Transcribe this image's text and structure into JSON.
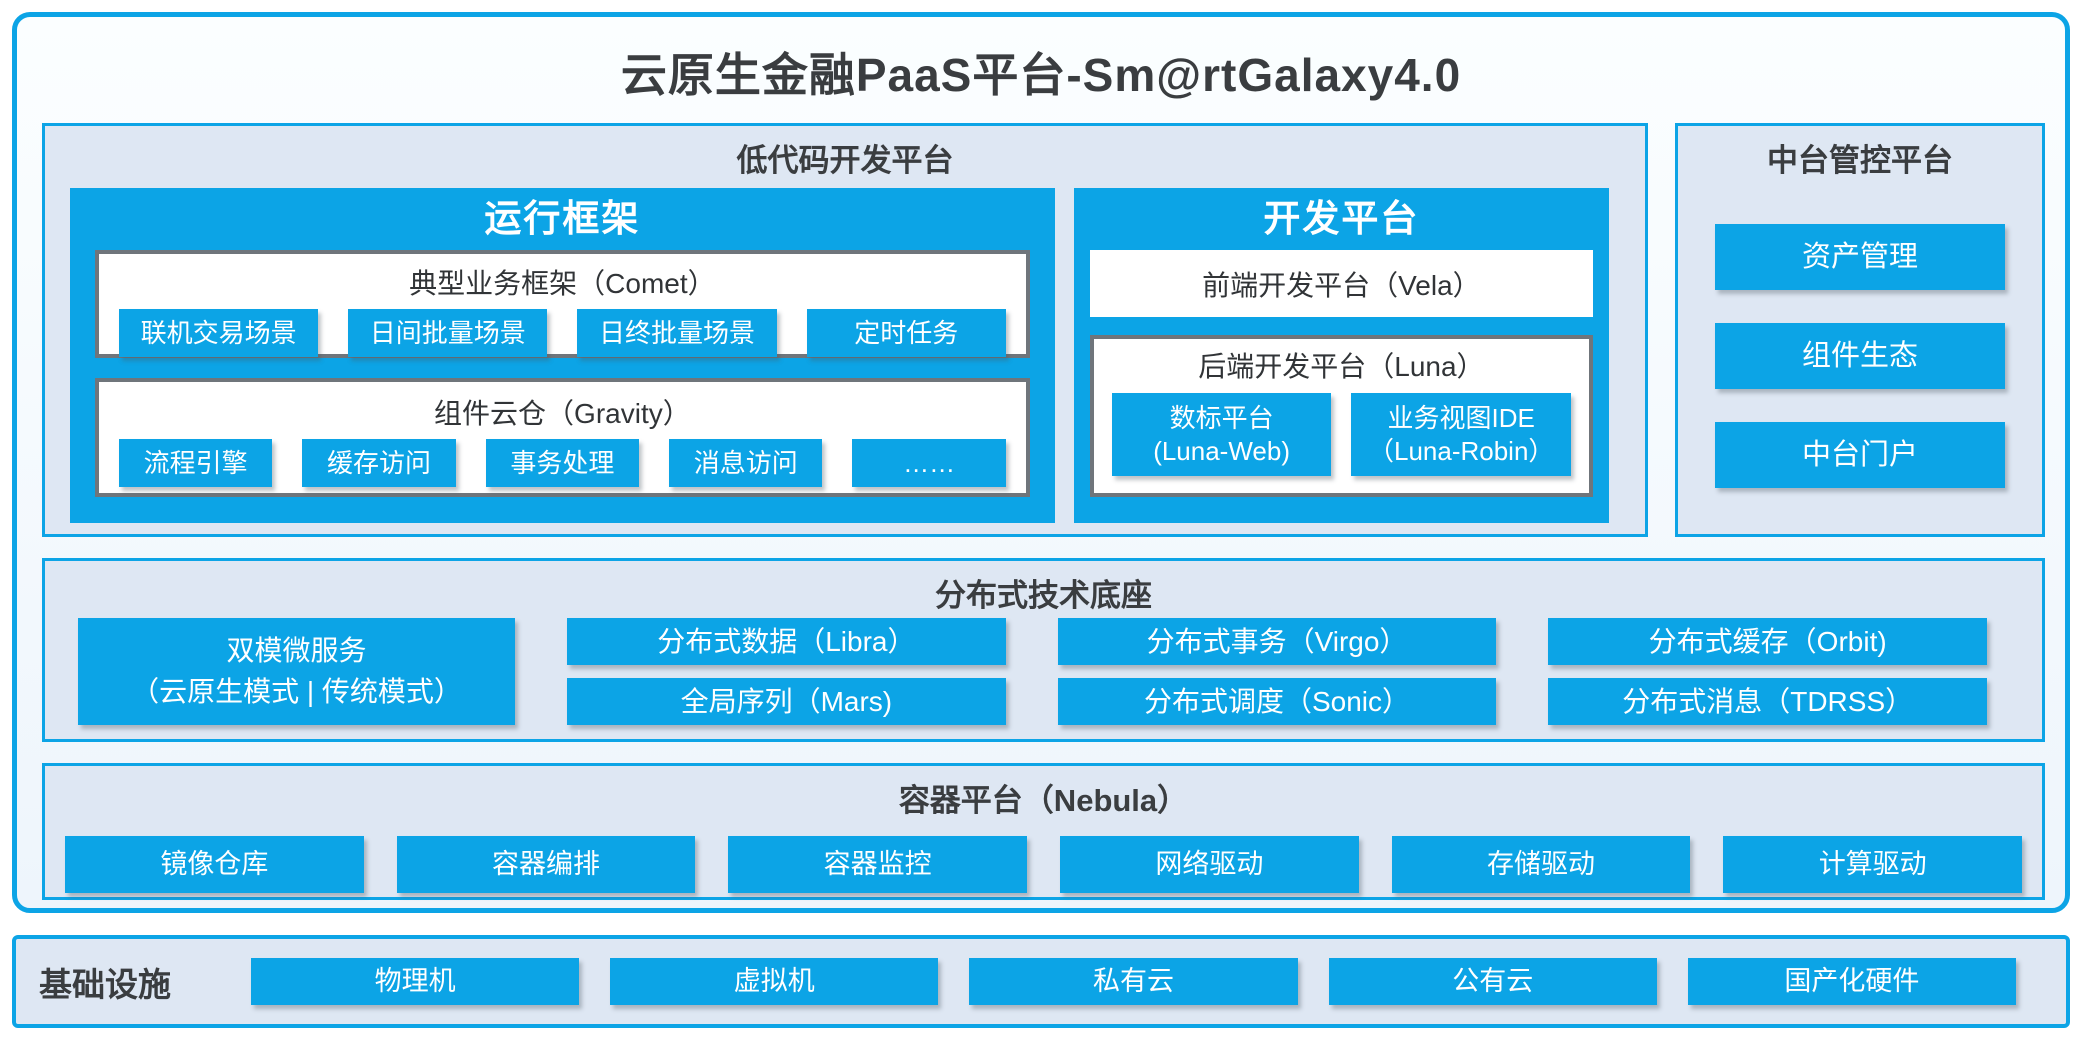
{
  "title": "云原生金融PaaS平台-Sm@rtGalaxy4.0",
  "colors": {
    "accent": "#0ca4e6",
    "panel_bg": "#dee7f3",
    "frame_gray": "#6f757b",
    "text_dark": "#3a3d40"
  },
  "lowcode": {
    "header": "低代码开发平台",
    "runtime": {
      "header": "运行框架",
      "comet": {
        "title": "典型业务框架（Comet）",
        "items": [
          "联机交易场景",
          "日间批量场景",
          "日终批量场景",
          "定时任务"
        ]
      },
      "gravity": {
        "title": "组件云仓（Gravity）",
        "items": [
          "流程引擎",
          "缓存访问",
          "事务处理",
          "消息访问",
          "……"
        ]
      }
    },
    "dev": {
      "header": "开发平台",
      "vela": "前端开发平台（Vela）",
      "luna": {
        "title": "后端开发平台（Luna）",
        "items": [
          {
            "line1": "数标平台",
            "line2": "(Luna-Web)"
          },
          {
            "line1": "业务视图IDE",
            "line2": "（Luna-Robin）"
          }
        ]
      }
    }
  },
  "midplatform": {
    "header": "中台管控平台",
    "items": [
      "资产管理",
      "组件生态",
      "中台门户"
    ]
  },
  "distributed": {
    "header": "分布式技术底座",
    "dual_mode": {
      "line1": "双模微服务",
      "line2": "（云原生模式 | 传统模式）"
    },
    "columns": [
      [
        "分布式数据（Libra）",
        "全局序列（Mars)"
      ],
      [
        "分布式事务（Virgo）",
        "分布式调度（Sonic）"
      ],
      [
        "分布式缓存（Orbit)",
        "分布式消息（TDRSS）"
      ]
    ]
  },
  "nebula": {
    "header": "容器平台（Nebula）",
    "items": [
      "镜像仓库",
      "容器编排",
      "容器监控",
      "网络驱动",
      "存储驱动",
      "计算驱动"
    ]
  },
  "infrastructure": {
    "label": "基础设施",
    "items": [
      "物理机",
      "虚拟机",
      "私有云",
      "公有云",
      "国产化硬件"
    ]
  }
}
